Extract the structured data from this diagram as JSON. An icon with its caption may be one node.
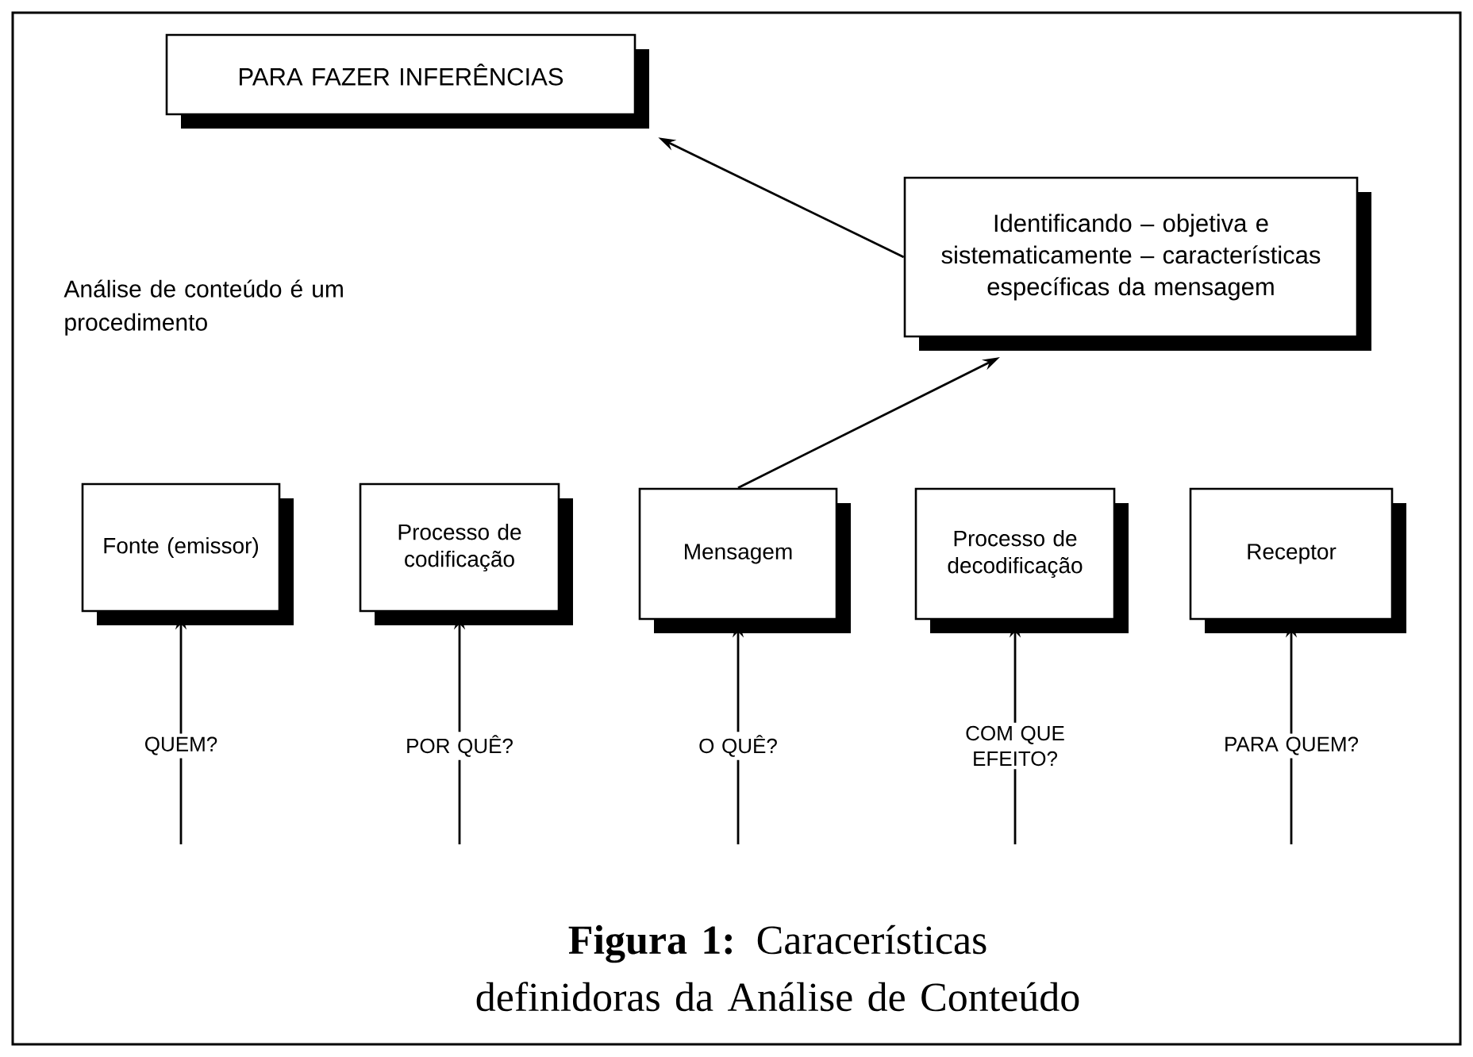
{
  "diagram": {
    "caption": "**Figura 1:** Caracerísticas definidoras da Análise de Conteúdo",
    "nodes": [
      {
        "text": [
          "PARA FAZER INFERÊNCIAS"
        ]
      },
      {
        "text": [
          "Identificando – objetiva e sistematicamente – características específicas da mensagem"
        ]
      },
      {
        "text": [
          "Fonte (emissor)"
        ]
      },
      {
        "text": [
          "Processo de codificação"
        ]
      },
      {
        "text": [
          "Mensagem"
        ]
      },
      {
        "text": [
          "Processo de decodificação"
        ]
      },
      {
        "text": [
          "Receptor"
        ]
      }
    ],
    "edges": [
      {
        "from": 4,
        "to": 1,
        "arrow": "to"
      },
      {
        "from": 1,
        "to": 0,
        "arrow": "to"
      },
      {
        "from": null,
        "to": 2,
        "arrow": "to",
        "label": "QUEM?"
      },
      {
        "from": null,
        "to": 3,
        "arrow": "to",
        "label": "POR QUÊ?"
      },
      {
        "from": null,
        "to": 4,
        "arrow": "to",
        "label": "O QUÊ?"
      },
      {
        "from": null,
        "to": 5,
        "arrow": "to",
        "label": "COM QUE EFEITO?"
      },
      {
        "from": null,
        "to": 6,
        "arrow": "to",
        "label": "PARA QUEM?"
      }
    ],
    "labels": [
      "Análise de conteúdo é um procedimento"
    ]
  }
}
